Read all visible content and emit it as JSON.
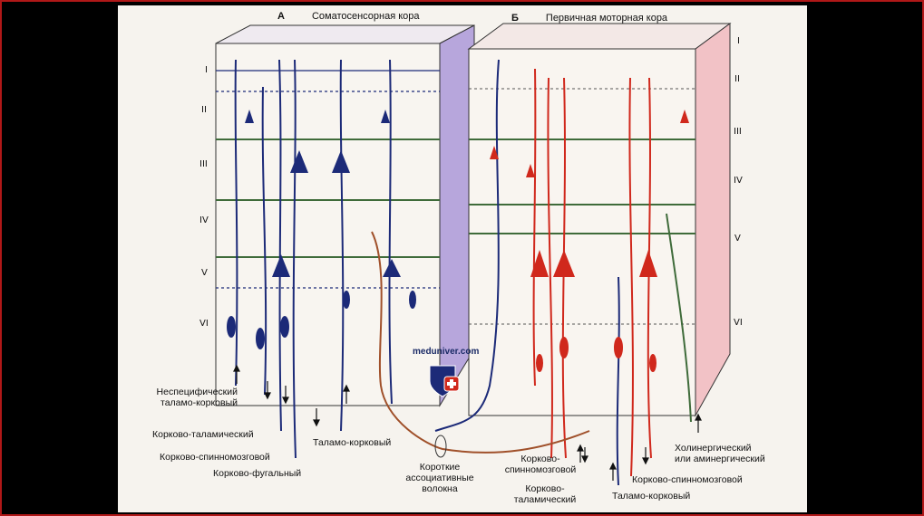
{
  "panel_a": {
    "letter": "A",
    "title": "Соматосенсорная кора"
  },
  "panel_b": {
    "letter": "Б",
    "title": "Первичная моторная кора"
  },
  "layers": [
    "I",
    "II",
    "III",
    "IV",
    "V",
    "VI"
  ],
  "labels": {
    "nonspecific": [
      "Неспецифический",
      "таламо-корковый"
    ],
    "cortico_thalamic": "Корково-таламический",
    "cortico_spinal": "Корково-спинномозговой",
    "cortico_fugal": "Корково-фугальный",
    "thalamo_cortical": "Таламо-корковый",
    "short_assoc": [
      "Короткие",
      "ассоциативные",
      "волокна"
    ],
    "b_cortico_spinal": [
      "Корково-",
      "спинномозговой"
    ],
    "b_cortico_thalamic": [
      "Корково-",
      "таламический"
    ],
    "b_cortico_spinal_2": "Корково-спинномозговой",
    "b_thalamo_cortical": "Таламо-корковый",
    "cholinergic": [
      "Холинергический",
      "или аминергический"
    ]
  },
  "watermark": "meduniver.com",
  "colors": {
    "panel_a": "#1c2a78",
    "panel_b": "#d0281c",
    "fiber_green": "#3f6b3a",
    "assoc": "#a0502a",
    "side_a": "#b7a6dc",
    "side_b": "#f2c2c6"
  }
}
